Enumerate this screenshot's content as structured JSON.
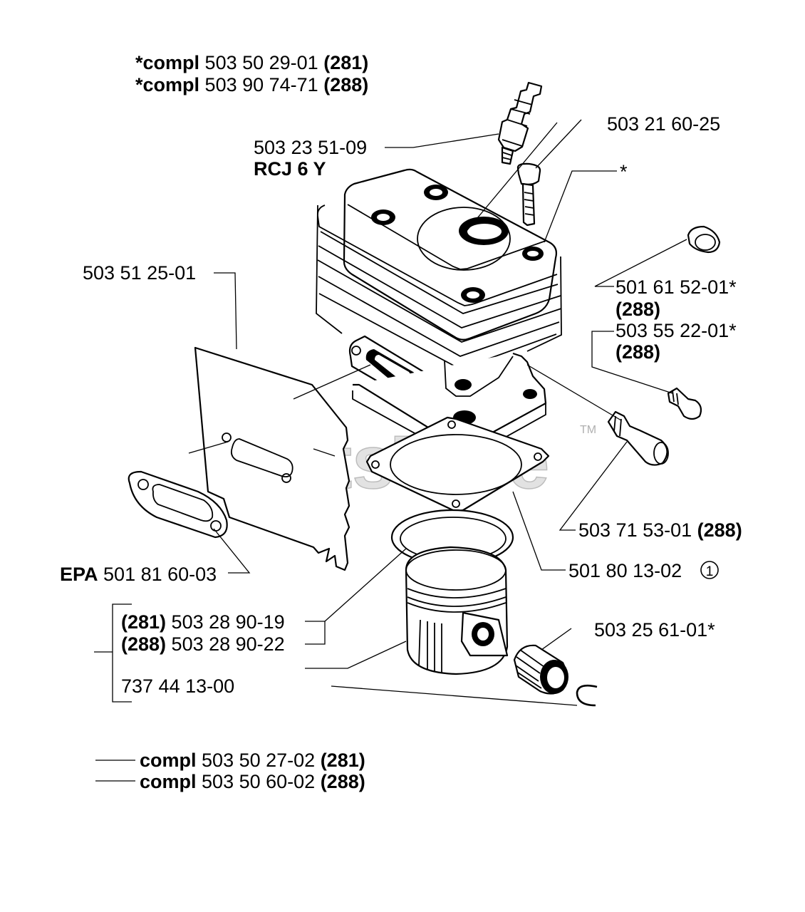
{
  "labels": {
    "compl_top_1": {
      "pre": "*compl",
      "num": "503 50 29-01",
      "suf": "(281)"
    },
    "compl_top_2": {
      "pre": "*compl",
      "num": "503 90 74-71",
      "suf": "(288)"
    },
    "spark_plug": {
      "num": "503 23 51-09",
      "sub": "RCJ 6 Y"
    },
    "cylinder_screw": {
      "num": "503 21 60-25"
    },
    "cylinder_mark": {
      "num": "*"
    },
    "plate_gasket": {
      "num": "503 51 25-01"
    },
    "decomp_cap": {
      "num": "501 61 52-01*",
      "sub": "(288)"
    },
    "decomp_valve": {
      "num": "503 55 22-01*",
      "sub": "(288)"
    },
    "decomp_plug": {
      "num": "503 71 53-01",
      "suf": "(288)"
    },
    "base_gasket": {
      "num": "501 80 13-02",
      "circ": "1"
    },
    "exhaust_gasket": {
      "pre": "EPA",
      "num": "501 81 60-03"
    },
    "piston_281": {
      "pre": "(281)",
      "num": "503 28 90-19"
    },
    "piston_288": {
      "pre": "(288)",
      "num": "503 28 90-22"
    },
    "piston_ring": {
      "num": "737 44 13-00"
    },
    "needle_bearing": {
      "num": "503 25 61-01*"
    },
    "compl_bottom_1": {
      "pre": "compl",
      "num": "503 50 27-02",
      "suf": "(281)"
    },
    "compl_bottom_2": {
      "pre": "compl",
      "num": "503 50 60-02",
      "suf": "(288)"
    }
  },
  "watermark": {
    "text": "PartsTree",
    "tm": "TM"
  },
  "colors": {
    "ink": "#000000",
    "background": "#ffffff",
    "watermark": "#d8d8d8"
  }
}
